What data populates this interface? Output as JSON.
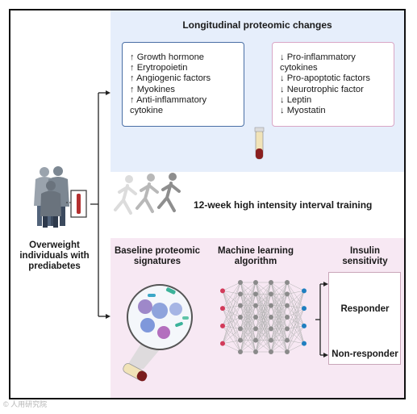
{
  "top": {
    "title": "Longitudinal proteomic changes",
    "up_items": [
      "↑ Growth hormone",
      "↑ Erytropoietin",
      "↑ Angiogenic factors",
      "↑ Myokines",
      "↑  Anti-inflammatory",
      "cytokine"
    ],
    "down_items": [
      "↓ Pro-inflammatory",
      "cytokines",
      "↓ Pro-apoptotic factors",
      "↓ Neurotrophic factor",
      "↓ Leptin",
      "↓ Myostatin"
    ]
  },
  "left": {
    "label_lines": [
      "Overweight",
      "individuals with",
      "prediabetes"
    ]
  },
  "middle": {
    "training_label": "12-week high intensity interval training"
  },
  "bottom": {
    "baseline_lines": [
      "Baseline proteomic",
      "signatures"
    ],
    "ml_lines": [
      "Machine learning",
      "algorithm"
    ],
    "insulin_lines": [
      "Insulin",
      "sensitivity"
    ],
    "responder": "Responder",
    "non_responder": "Non-responder"
  },
  "colors": {
    "top_panel": "#e6eefb",
    "bottom_panel": "#f7e8f3",
    "up_border": "#4a6fa5",
    "down_border": "#d9a6c6",
    "responder_blue": "#2f5f9e",
    "nonresponder_pink": "#c25a8a",
    "input_node": "#d23a5a",
    "hidden_node": "#8a8a8a",
    "output_node": "#1f7fc0"
  },
  "watermark": "© 人用研究院"
}
